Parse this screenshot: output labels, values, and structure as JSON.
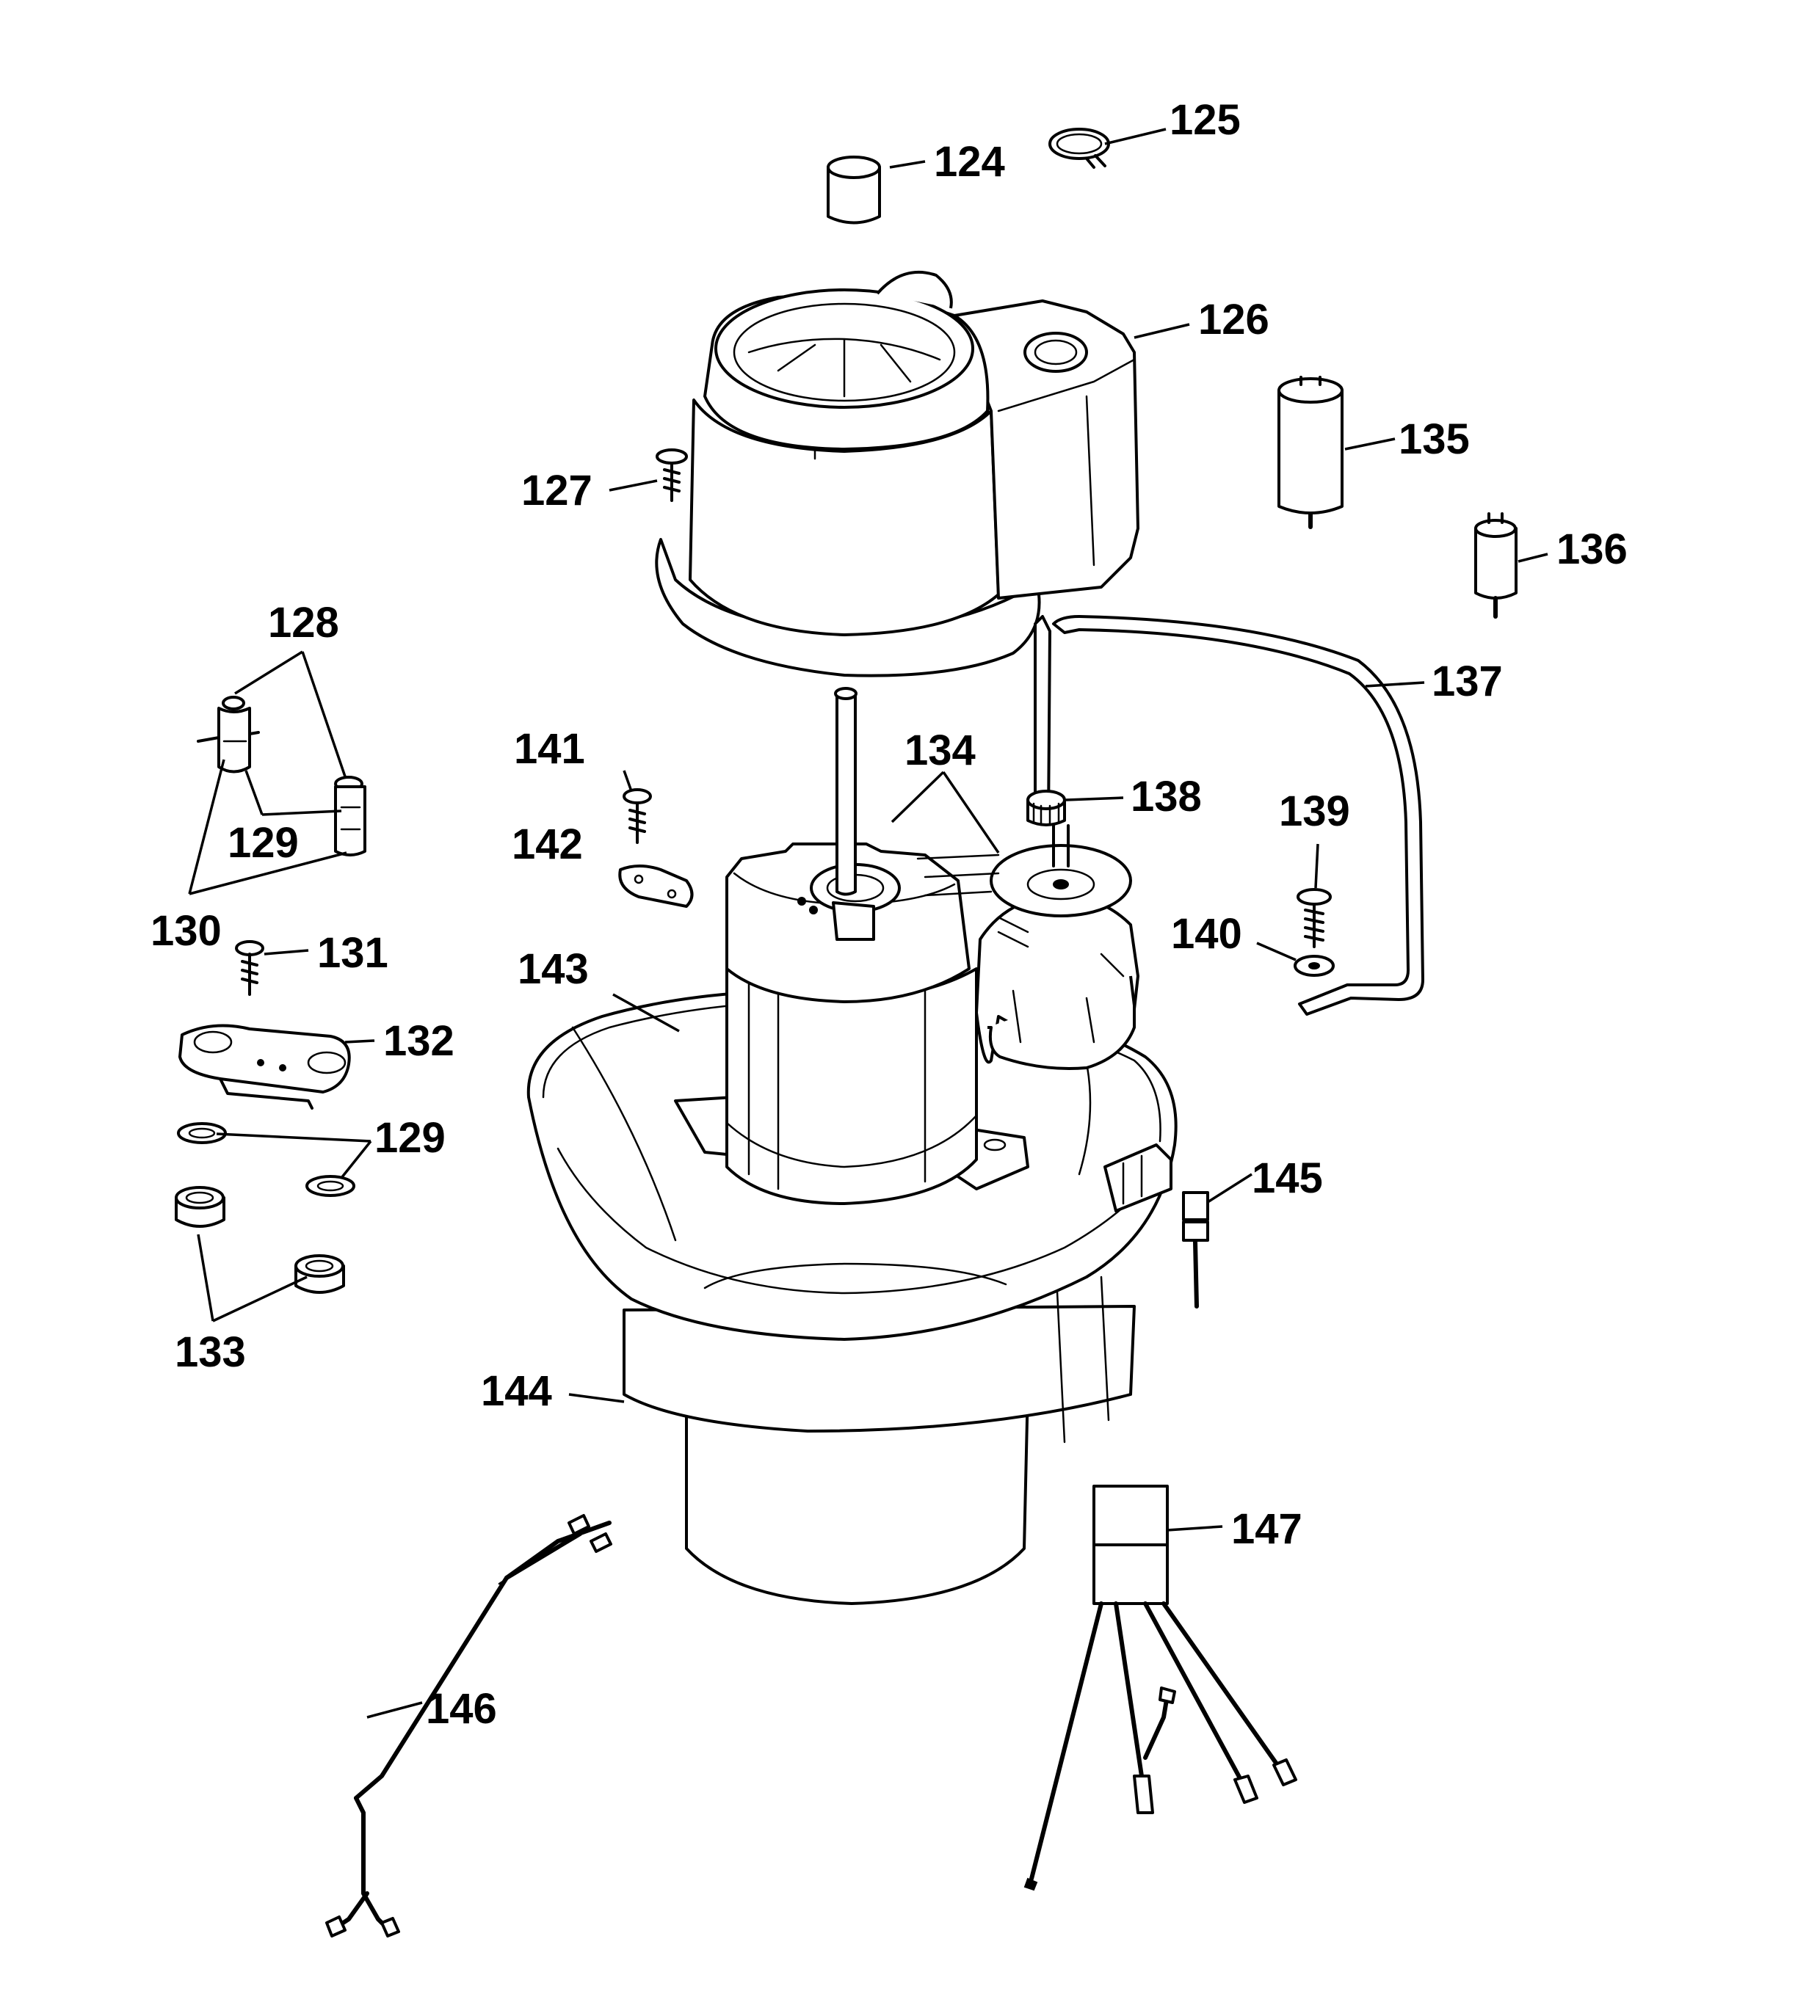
{
  "diagram": {
    "callouts": [
      {
        "id": "c124",
        "text": "124"
      },
      {
        "id": "c125",
        "text": "125"
      },
      {
        "id": "c126",
        "text": "126"
      },
      {
        "id": "c127",
        "text": "127"
      },
      {
        "id": "c128",
        "text": "128"
      },
      {
        "id": "c129a",
        "text": "129"
      },
      {
        "id": "c129b",
        "text": "129"
      },
      {
        "id": "c130",
        "text": "130"
      },
      {
        "id": "c131",
        "text": "131"
      },
      {
        "id": "c132",
        "text": "132"
      },
      {
        "id": "c133",
        "text": "133"
      },
      {
        "id": "c134",
        "text": "134"
      },
      {
        "id": "c135",
        "text": "135"
      },
      {
        "id": "c136",
        "text": "136"
      },
      {
        "id": "c137",
        "text": "137"
      },
      {
        "id": "c138",
        "text": "138"
      },
      {
        "id": "c139",
        "text": "139"
      },
      {
        "id": "c140",
        "text": "140"
      },
      {
        "id": "c141",
        "text": "141"
      },
      {
        "id": "c142",
        "text": "142"
      },
      {
        "id": "c143",
        "text": "143"
      },
      {
        "id": "c144",
        "text": "144"
      },
      {
        "id": "c145",
        "text": "145"
      },
      {
        "id": "c146",
        "text": "146"
      },
      {
        "id": "c147",
        "text": "147"
      }
    ]
  }
}
